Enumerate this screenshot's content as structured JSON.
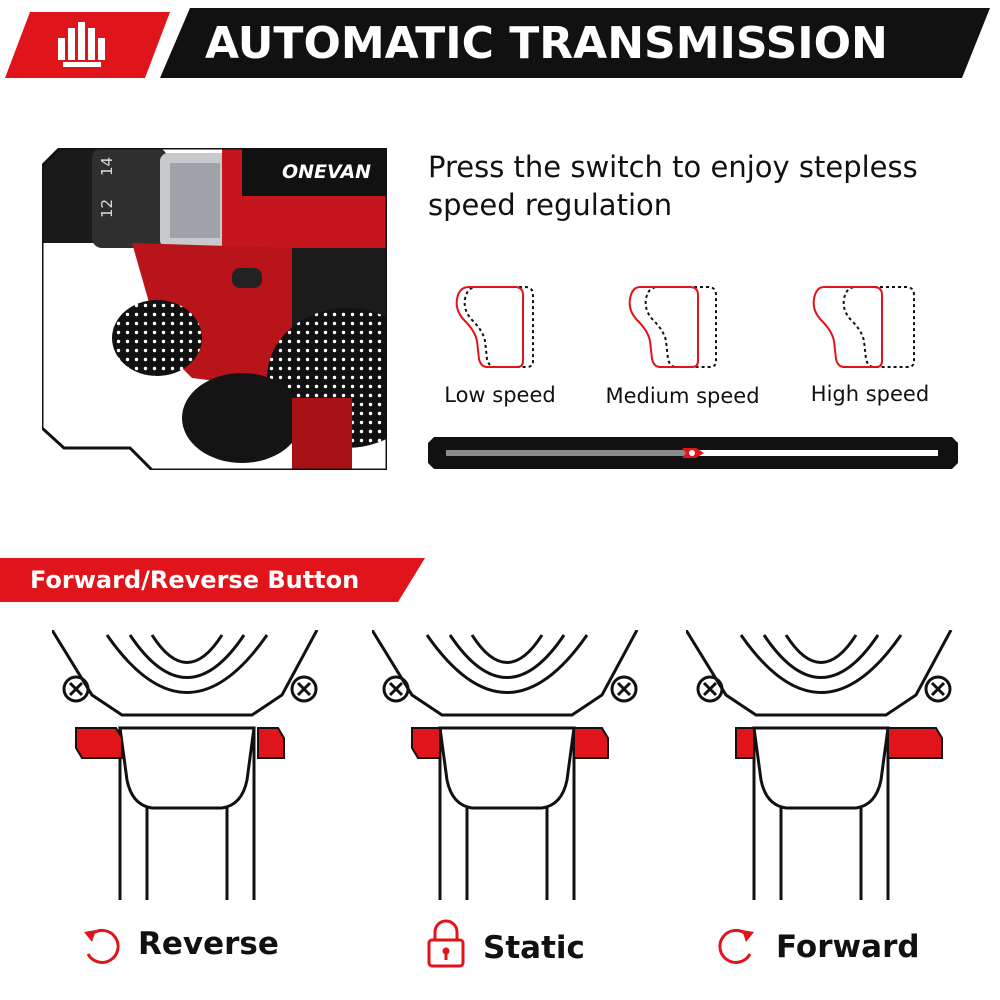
{
  "header": {
    "title": "AUTOMATIC TRANSMISSION",
    "logo_icon": "brand-logo-icon",
    "accent_color": "#e0141b",
    "bar_color": "#111111"
  },
  "product_photo": {
    "brand_text": "ONEVAN",
    "clutch_numbers": [
      "14",
      "12"
    ]
  },
  "speed_section": {
    "description": "Press the switch to enjoy stepless speed regulation",
    "levels": [
      {
        "label": "Low speed"
      },
      {
        "label": "Medium speed"
      },
      {
        "label": "High speed"
      }
    ],
    "slider_level": 0.5
  },
  "direction_section": {
    "title": "Forward/Reverse Button",
    "modes": [
      {
        "label": "Reverse",
        "icon": "rotate-ccw-icon"
      },
      {
        "label": "Static",
        "icon": "lock-icon"
      },
      {
        "label": "Forward",
        "icon": "rotate-cw-icon"
      }
    ]
  }
}
